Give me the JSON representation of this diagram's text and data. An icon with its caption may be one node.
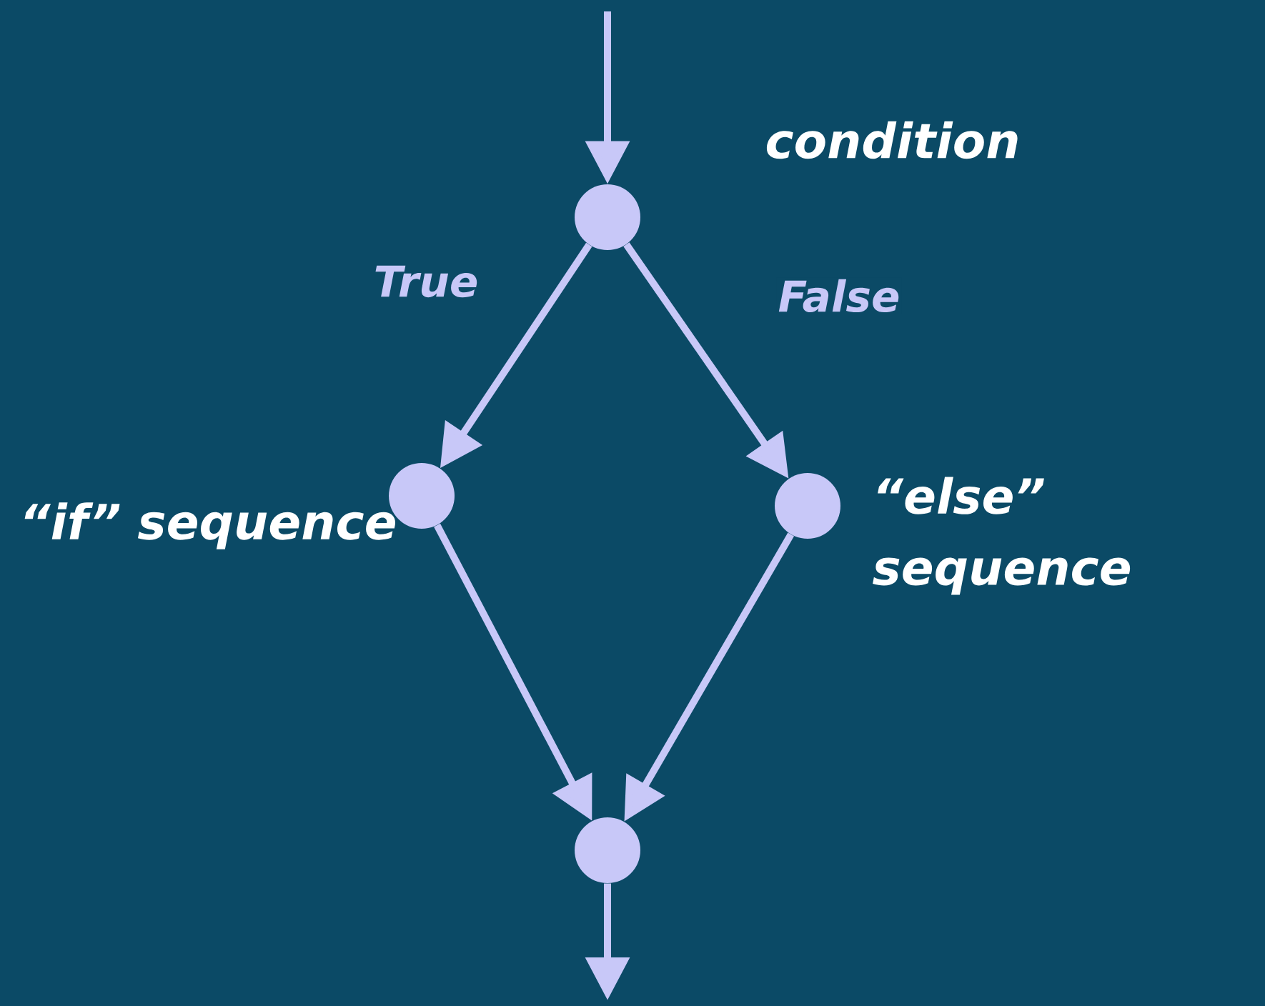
{
  "diagram": {
    "nodes": [
      {
        "text": [],
        "shape": "circle",
        "beside": [
          "condition"
        ]
      },
      {
        "text": [],
        "shape": "circle",
        "beside": [
          "“if” sequence"
        ]
      },
      {
        "text": [],
        "shape": "circle",
        "beside": [
          "“else” sequence"
        ]
      },
      {
        "text": [],
        "shape": "circle"
      }
    ],
    "edges": [
      {
        "from": null,
        "to": 0,
        "arrow": "to"
      },
      {
        "from": 0,
        "to": 1,
        "arrow": "to",
        "label": "True"
      },
      {
        "from": 0,
        "to": 2,
        "arrow": "to",
        "label": "False"
      },
      {
        "from": 1,
        "to": 3,
        "arrow": "to"
      },
      {
        "from": 2,
        "to": 3,
        "arrow": "to"
      },
      {
        "from": 3,
        "to": null,
        "arrow": "to"
      }
    ]
  }
}
